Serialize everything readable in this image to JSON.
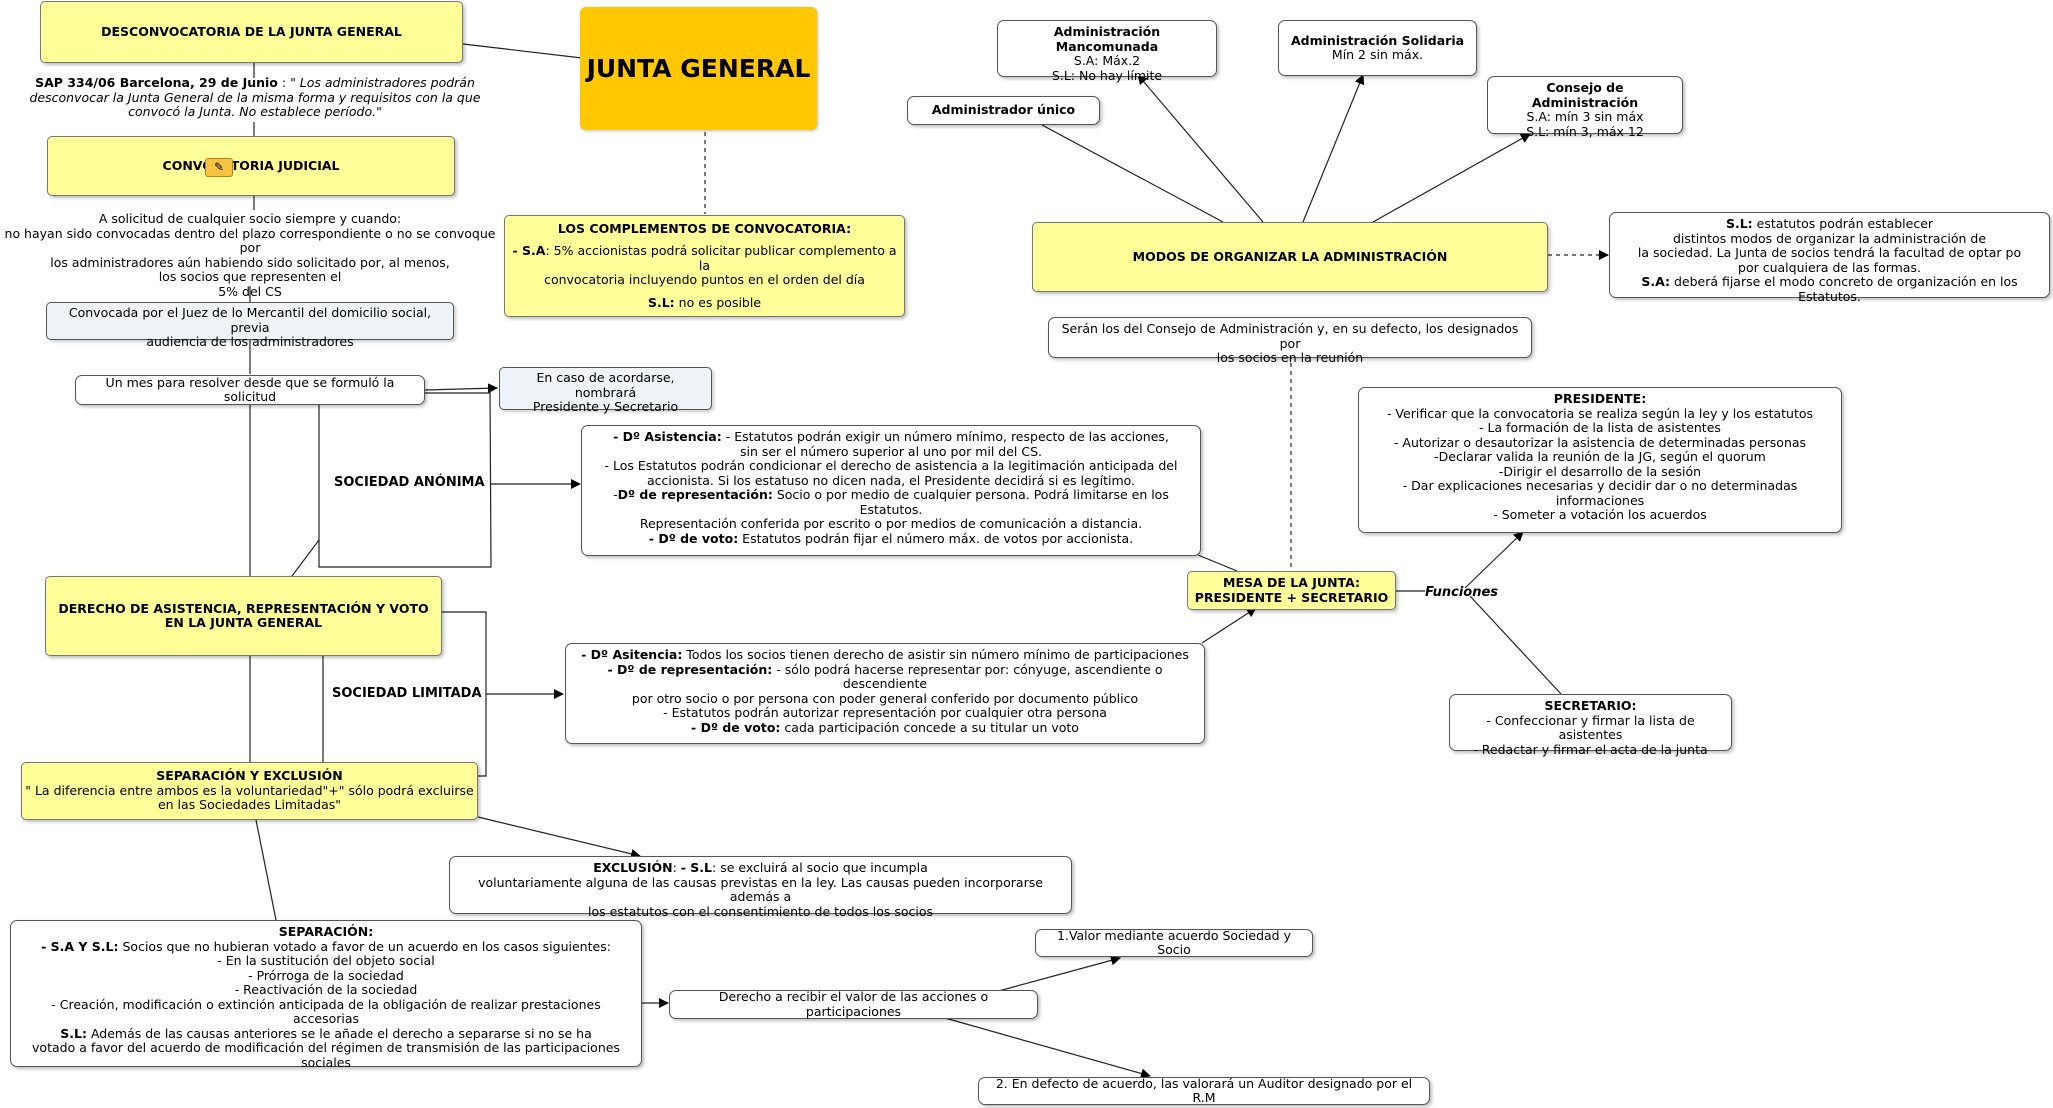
{
  "title": "JUNTA GENERAL",
  "desconvocatoria": {
    "title": "DESCONVOCATORIA DE LA JUNTA GENERAL",
    "sap_bold": "SAP 334/06 Barcelona, 29 de Junio",
    "sap_sep": " : ",
    "sap_italic_1": "\" Los administradores podrán",
    "sap_italic_2": "desconvocar la Junta General de la misma forma y requisitos con la que",
    "sap_italic_3": "convocó la Junta. No establece período.\""
  },
  "convocatoria_judicial": {
    "title": "CONVOCATORIA JUDICIAL",
    "icon": "note-icon",
    "text_1": "A solicitud de cualquier socio siempre y cuando:",
    "text_2": "no hayan sido convocadas dentro del plazo correspondiente o no se convoque por",
    "text_3": "los administradores aún habiendo sido solicitado por, al menos,",
    "text_4": "los socios que representen el",
    "text_5": "5% del CS",
    "juez_1": "Convocada por el Juez de lo Mercantil del domicilio social, previa",
    "juez_2": "audiencia de los administradores",
    "mes": "Un mes para resolver desde que se formuló la solicitud",
    "acordarse_1": "En caso de acordarse, nombrará",
    "acordarse_2": "Presidente y Secretario"
  },
  "complementos": {
    "title": "LOS COMPLEMENTOS DE CONVOCATORIA:",
    "sa_bold": "- S.A",
    "sa_text_1": ": 5% accionistas podrá solicitar publicar complemento a la",
    "sa_text_2": "convocatoria incluyendo puntos en el orden del día",
    "sl_bold": "S.L:",
    "sl_text": " no es posible"
  },
  "derecho": {
    "title_1": "DERECHO DE ASISTENCIA, REPRESENTACIÓN Y VOTO",
    "title_2": "EN LA JUNTA GENERAL",
    "sa_label": "SOCIEDAD ANÓNIMA",
    "sl_label": "SOCIEDAD LIMITADA",
    "sa_asis_bold": "- Dº Asistencia:",
    "sa_asis_1": " - Estatutos podrán exigir un número mínimo, respecto de las acciones,",
    "sa_asis_2": "sin ser el número superior al uno por mil del CS.",
    "sa_asis_3": "- Los Estatutos podrán condicionar el derecho de asistencia a la legitimación anticipada del",
    "sa_asis_4": "accionista. Si los estatuso no dicen nada, el Presidente decidirá si es legítimo.",
    "sa_rep_pre": "-",
    "sa_rep_bold": "Dº de representación:",
    "sa_rep_1": " Socio o por medio de cualquier persona. Podrá limitarse en los Estatutos.",
    "sa_rep_2": "Representación conferida por escrito o por medios de comunicación a distancia.",
    "sa_voto_bold": "- Dº de voto:",
    "sa_voto": " Estatutos podrán fijar el número máx. de votos por accionista.",
    "sl_asis_bold": "- Dº Asitencia:",
    "sl_asis": "  Todos los socios tienen derecho de asistir sin número mínimo de participaciones",
    "sl_rep_bold": "- Dº de representación:",
    "sl_rep_1": "  - sólo podrá hacerse representar por: cónyuge, ascendiente o descendiente",
    "sl_rep_2": "por otro socio o por persona con poder general conferido por documento público",
    "sl_rep_3": "- Estatutos podrán autorizar representación por cualquier otra persona",
    "sl_voto_bold": "- Dº de voto:",
    "sl_voto": " cada participación concede a su titular un voto"
  },
  "separacion_exclusion": {
    "title": "SEPARACIÓN Y EXCLUSIÓN",
    "sub_1": "\" La diferencia  entre ambos es la voluntariedad\"+\" sólo podrá excluirse",
    "sub_2": "en las Sociedades Limitadas\"",
    "excl_bold": "EXCLUSIÓN",
    "excl_colon": ":  ",
    "excl_sl_bold": "- S.L",
    "excl_1": ": se excluirá al socio que incumpla",
    "excl_2": "voluntariamente alguna de las causas previstas en la ley. Las causas pueden incorporarse además a",
    "excl_3": "los estatutos con el consentimiento de todos los socios",
    "sep_title": "SEPARACIÓN:",
    "sep_sa_bold": "- S.A Y S.L:",
    "sep_1": " Socios que no hubieran votado a favor de un acuerdo en los casos siguientes:",
    "sep_2": "- En la sustitución del objeto social",
    "sep_3": "- Prórroga de la sociedad",
    "sep_4": "- Reactivación de la sociedad",
    "sep_5": "- Creación, modificación o extinción anticipada de la obligación de realizar prestaciones",
    "sep_6": "accesorias",
    "sep_sl_bold": "S.L:",
    "sep_7": " Además de las causas anteriores se le añade el derecho a separarse si no se ha",
    "sep_8": "votado a favor del acuerdo de modificación del régimen de transmisión de las participaciones sociales",
    "derecho_valor": "Derecho a recibir el valor de las acciones o participaciones",
    "valor_1": "1.Valor mediante acuerdo Sociedad y Socio",
    "valor_2": "2. En defecto de acuerdo,  las valorará un Auditor designado por el R.M"
  },
  "administracion": {
    "title": "MODOS DE ORGANIZAR LA ADMINISTRACIÓN",
    "unico": "Administrador único",
    "manc_title": "Administración Mancomunada",
    "manc_1": "S.A: Máx.2",
    "manc_2": "S.L: No hay límite",
    "sol_title": "Administración Solidaria",
    "sol_1": "Mín 2 sin máx.",
    "consejo_title": "Consejo de Administración",
    "consejo_1": "S.A: mín 3 sin máx",
    "consejo_2": "S.L: mín 3, máx 12",
    "est_sl_bold": "S.L:",
    "est_1": " estatutos podrán establecer",
    "est_2": "distintos modos de organizar la administración de",
    "est_3": "la sociedad. La Junta de socios tendrá la facultad de optar po",
    "est_4": "por cualquiera de las formas.",
    "est_sa_bold": "S.A:",
    "est_5": " deberá fijarse el modo concreto de organización en los Estatutos.",
    "seran_1": "Serán los del Consejo de Administración y, en su defecto, los designados por",
    "seran_2": "los socios en la reunión"
  },
  "mesa": {
    "title_1": "MESA DE LA JUNTA:",
    "title_2": "PRESIDENTE + SECRETARIO",
    "funciones": "Funciones",
    "pres_title": "PRESIDENTE:",
    "pres_1": "- Verificar que la convocatoria se realiza según la ley y los estatutos",
    "pres_2": "- La formación de la lista de asistentes",
    "pres_3": "- Autorizar o desautorizar la asistencia de determinadas personas",
    "pres_4": "-Declarar valida la reunión de la JG, según el quorum",
    "pres_5": "-Dirigir el desarrollo de la sesión",
    "pres_6": "- Dar explicaciones necesarias y decidir dar o no determinadas informaciones",
    "pres_7": "- Someter a votación los acuerdos",
    "sec_title": "SECRETARIO:",
    "sec_1": "- Confeccionar y firmar la lista de asistentes",
    "sec_2": "- Redactar y firmar el acta de la junta"
  },
  "colors": {
    "title_bg": "#ffc800",
    "node_bg": "#ffff99",
    "grey_bg": "#eef3f7"
  }
}
